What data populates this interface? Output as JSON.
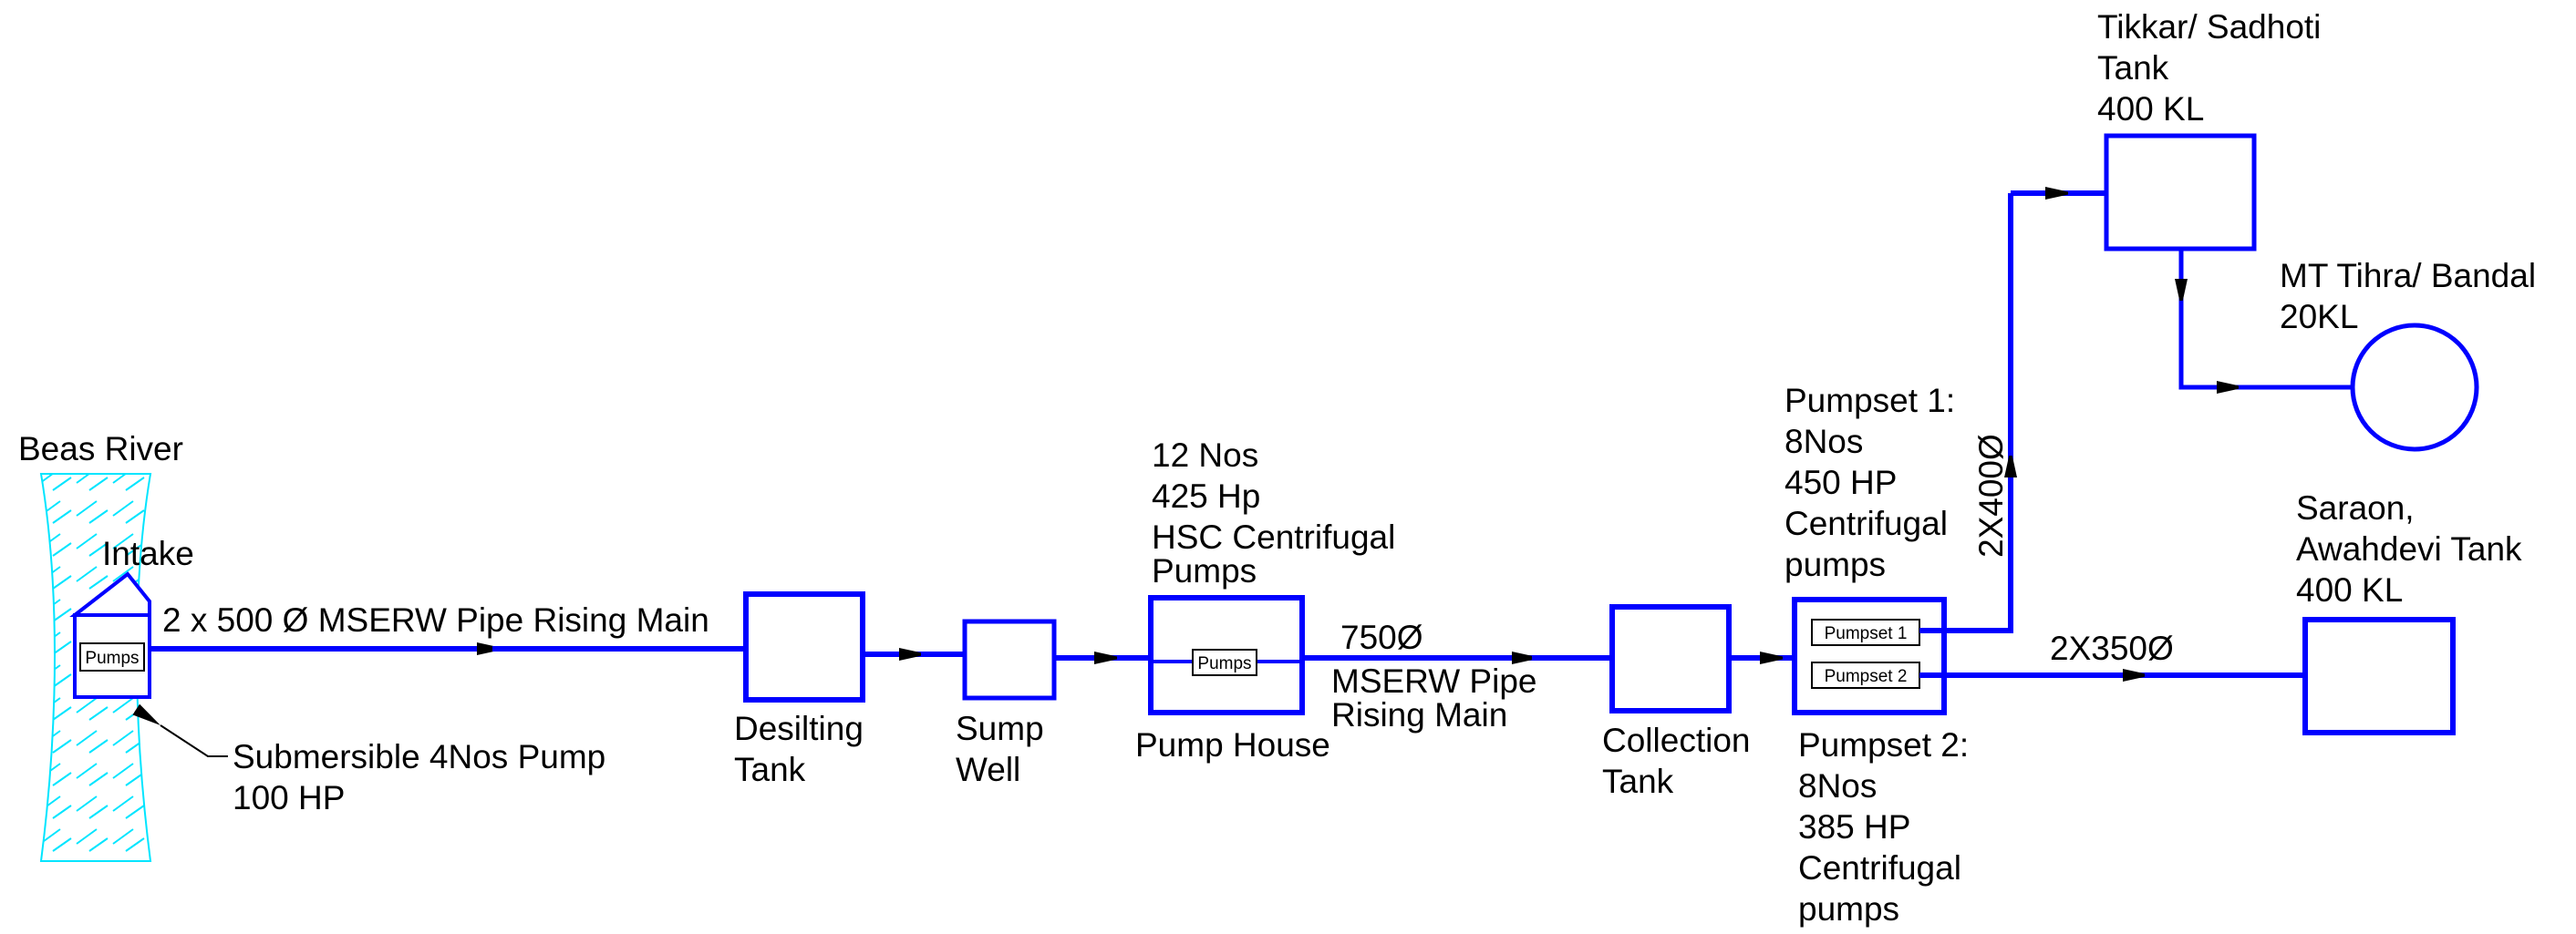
{
  "colors": {
    "pipe": "#0000ff",
    "river": "#00e5ff",
    "text": "#000000"
  },
  "labels": {
    "river": "Beas River",
    "intake": "Intake",
    "intake_pumps": "Pumps",
    "rising_main_1": "2 x 500 Ø MSERW Pipe Rising Main",
    "submersible": [
      "Submersible 4Nos Pump",
      "100 HP"
    ],
    "desilting_tank": [
      "Desilting",
      "Tank"
    ],
    "sump_well": [
      "Sump",
      "Well"
    ],
    "pump_house_spec": [
      "12 Nos",
      "425 Hp",
      "HSC Centrifugal",
      "Pumps"
    ],
    "pump_house_inner": "Pumps",
    "pump_house": "Pump House",
    "main_diameter": "750Ø",
    "rising_main_2": [
      "MSERW Pipe",
      "Rising Main"
    ],
    "collection_tank": [
      "Collection",
      "Tank"
    ],
    "pumpset1_spec": [
      "Pumpset 1:",
      "8Nos",
      "450 HP",
      "Centrifugal",
      "pumps"
    ],
    "pumpset1_inner": "Pumpset 1",
    "pumpset2_inner": "Pumpset 2",
    "pumpset2_spec": [
      "Pumpset 2:",
      "8Nos",
      "385 HP",
      "Centrifugal",
      "pumps"
    ],
    "pipe_400": "2X400Ø",
    "pipe_350": "2X350Ø",
    "tikkar_tank": [
      "Tikkar/ Sadhoti",
      "Tank",
      "400 KL"
    ],
    "mt_tihra": [
      "MT Tihra/ Bandal",
      "20KL"
    ],
    "saraon_tank": [
      "Saraon,",
      "Awahdevi Tank",
      "400 KL"
    ]
  }
}
